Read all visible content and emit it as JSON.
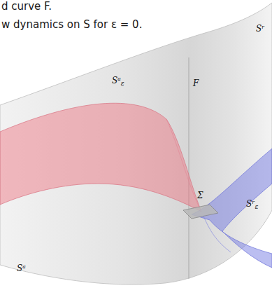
{
  "diagram": {
    "labels": [
      "d curve F.",
      "w dynamics on S for ε = 0.",
      "Sʳ",
      "F",
      "Sᵃε",
      "Σ",
      "Sʳε",
      "Sᵃ"
    ]
  }
}
